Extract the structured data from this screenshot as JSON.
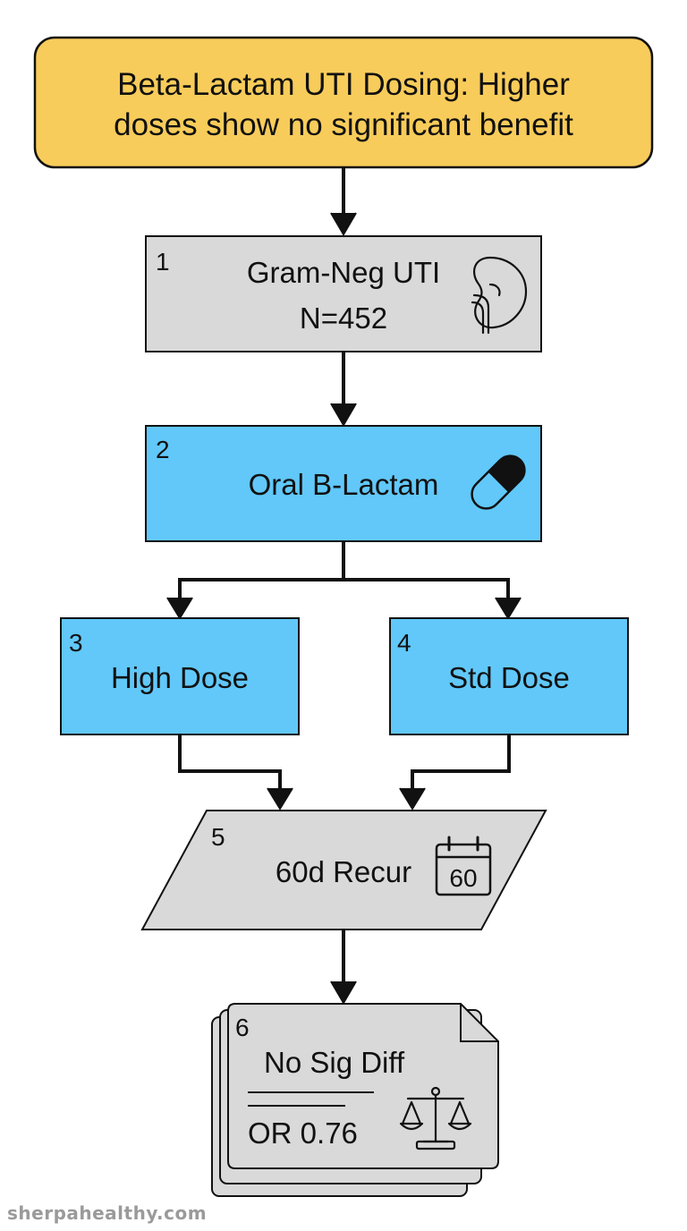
{
  "title": {
    "line1": "Beta-Lactam UTI Dosing: Higher",
    "line2": "doses show no significant benefit"
  },
  "steps": [
    {
      "number": "1",
      "line1": "Gram-Neg UTI",
      "line2": "N=452",
      "icon": "kidney-icon"
    },
    {
      "number": "2",
      "label": "Oral B-Lactam",
      "icon": "pill-capsule-icon"
    },
    {
      "number": "3",
      "label": "High Dose"
    },
    {
      "number": "4",
      "label": "Std Dose"
    },
    {
      "number": "5",
      "label": "60d Recur",
      "icon": "calendar-icon",
      "icon_text": "60"
    },
    {
      "number": "6",
      "line1": "No Sig Diff",
      "line2": "OR 0.76",
      "icon": "balance-scale-icon"
    }
  ],
  "watermark": "sherpahealthy.com",
  "colors": {
    "title_fill": "#f8cc5a",
    "gray_fill": "#d9d9d9",
    "blue_fill": "#61c8f9",
    "stroke": "#111111",
    "watermark": "#9a9a9a"
  }
}
